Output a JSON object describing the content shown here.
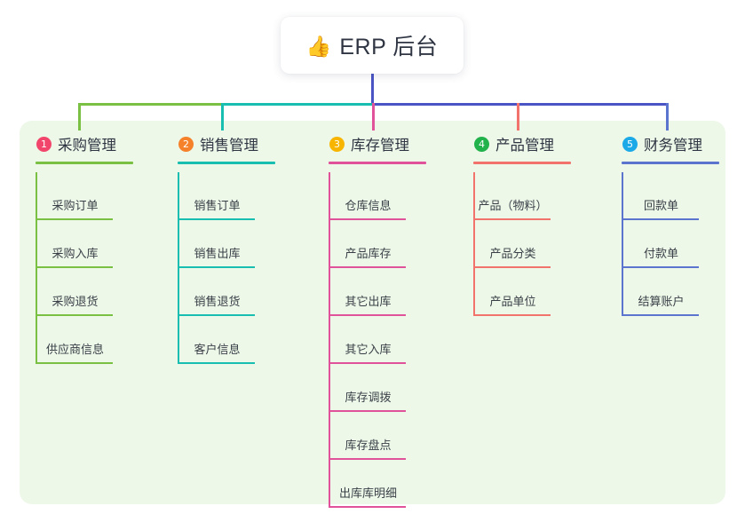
{
  "root": {
    "icon": "thumbs-up-icon",
    "icon_glyph": "👍",
    "title": "ERP 后台"
  },
  "panel": {
    "background_color": "#eef8e9"
  },
  "connectors": {
    "stem_color": "#4a54c4",
    "bus_segment_1_color": "#7ac043",
    "bus_segment_2_color": "#18bfb0",
    "bus_segment_3_color": "#4a54c4"
  },
  "columns": [
    {
      "number": "1",
      "title": "采购管理",
      "badge_color": "#f2456b",
      "line_color": "#7ac043",
      "items": [
        "采购订单",
        "采购入库",
        "采购退货",
        "供应商信息"
      ]
    },
    {
      "number": "2",
      "title": "销售管理",
      "badge_color": "#f5822a",
      "line_color": "#18bfb0",
      "items": [
        "销售订单",
        "销售出库",
        "销售退货",
        "客户信息"
      ]
    },
    {
      "number": "3",
      "title": "库存管理",
      "badge_color": "#f7b500",
      "line_color": "#e0539b",
      "items": [
        "仓库信息",
        "产品库存",
        "其它出库",
        "其它入库",
        "库存调拨",
        "库存盘点",
        "出库库明细"
      ]
    },
    {
      "number": "4",
      "title": "产品管理",
      "badge_color": "#22b24c",
      "line_color": "#f2736b",
      "items": [
        "产品（物料）",
        "产品分类",
        "产品单位"
      ]
    },
    {
      "number": "5",
      "title": "财务管理",
      "badge_color": "#1ca9e8",
      "line_color": "#5b75cf",
      "items": [
        "回款单",
        "付款单",
        "结算账户"
      ]
    }
  ]
}
